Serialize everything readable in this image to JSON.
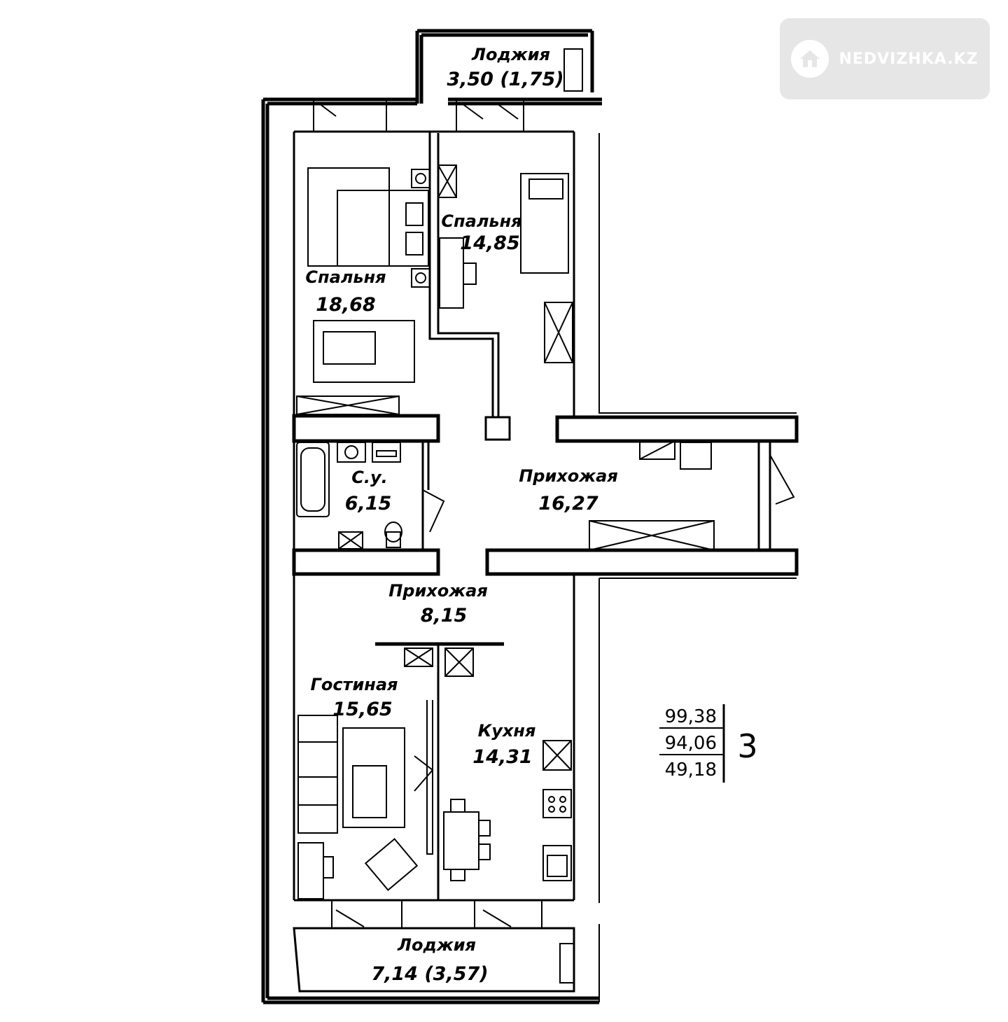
{
  "watermark": {
    "brand": "NEDVIZHKA.KZ",
    "icon": "house-icon"
  },
  "rooms": {
    "loggia_top": {
      "name": "Лоджия",
      "area": "3,50 (1,75)"
    },
    "bedroom_1": {
      "name": "Спальня",
      "area": "18,68"
    },
    "bedroom_2": {
      "name": "Спальня",
      "area": "14,85"
    },
    "bathroom": {
      "name": "С.у.",
      "area": "6,15"
    },
    "hall_main": {
      "name": "Прихожая",
      "area": "16,27"
    },
    "hall_small": {
      "name": "Прихожая",
      "area": "8,15"
    },
    "living": {
      "name": "Гостиная",
      "area": "15,65"
    },
    "kitchen": {
      "name": "Кухня",
      "area": "14,31"
    },
    "loggia_bottom": {
      "name": "Лоджия",
      "area": "7,14 (3,57)"
    }
  },
  "summary": {
    "total_area": "99,38",
    "reduced_area": "94,06",
    "living_area": "49,18",
    "rooms_count": "3"
  }
}
